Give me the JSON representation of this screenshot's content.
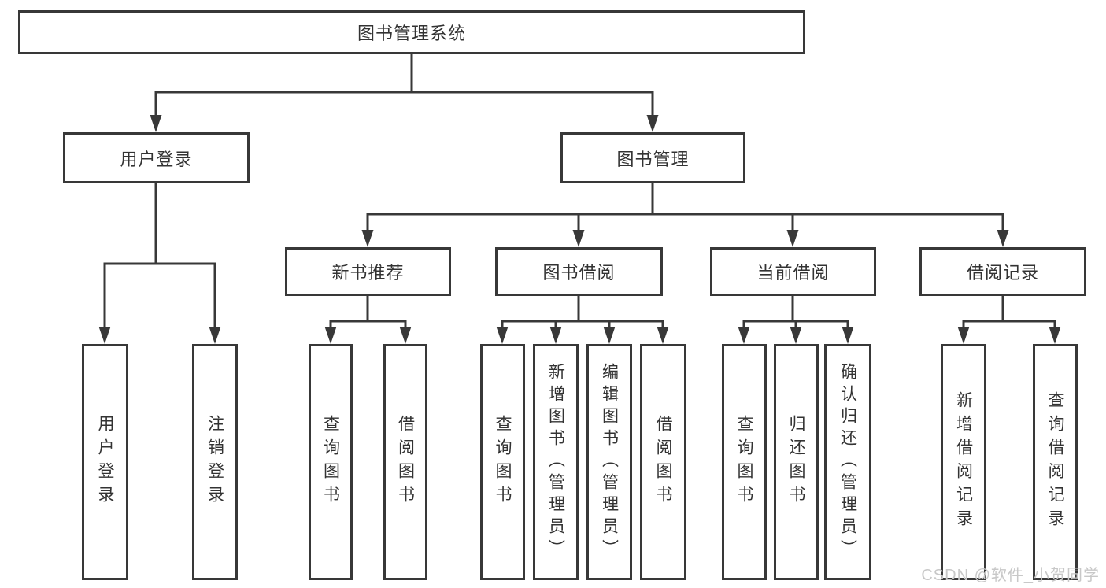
{
  "nodes": {
    "root": "图书管理系统",
    "user_login": "用户登录",
    "book_mgmt": "图书管理",
    "new_books": "新书推荐",
    "book_borrow": "图书借阅",
    "current_borrow": "当前借阅",
    "borrow_records": "借阅记录",
    "leaf_user_login": "用户登录",
    "leaf_logout": "注销登录",
    "leaf_nb_query": "查询图书",
    "leaf_nb_borrow": "借阅图书",
    "leaf_bb_query": "查询图书",
    "leaf_bb_add": "新增图书（管理员）",
    "leaf_bb_edit": "编辑图书（管理员）",
    "leaf_bb_borrow": "借阅图书",
    "leaf_cb_query": "查询图书",
    "leaf_cb_return": "归还图书",
    "leaf_cb_confirm": "确认归还（管理员）",
    "leaf_br_add": "新增借阅记录",
    "leaf_br_query": "查询借阅记录"
  },
  "watermark": "CSDN @软件_小贺同学",
  "colors": {
    "line": "#383838",
    "text": "#333333",
    "watermark": "#c8c8c8",
    "background": "#ffffff"
  }
}
